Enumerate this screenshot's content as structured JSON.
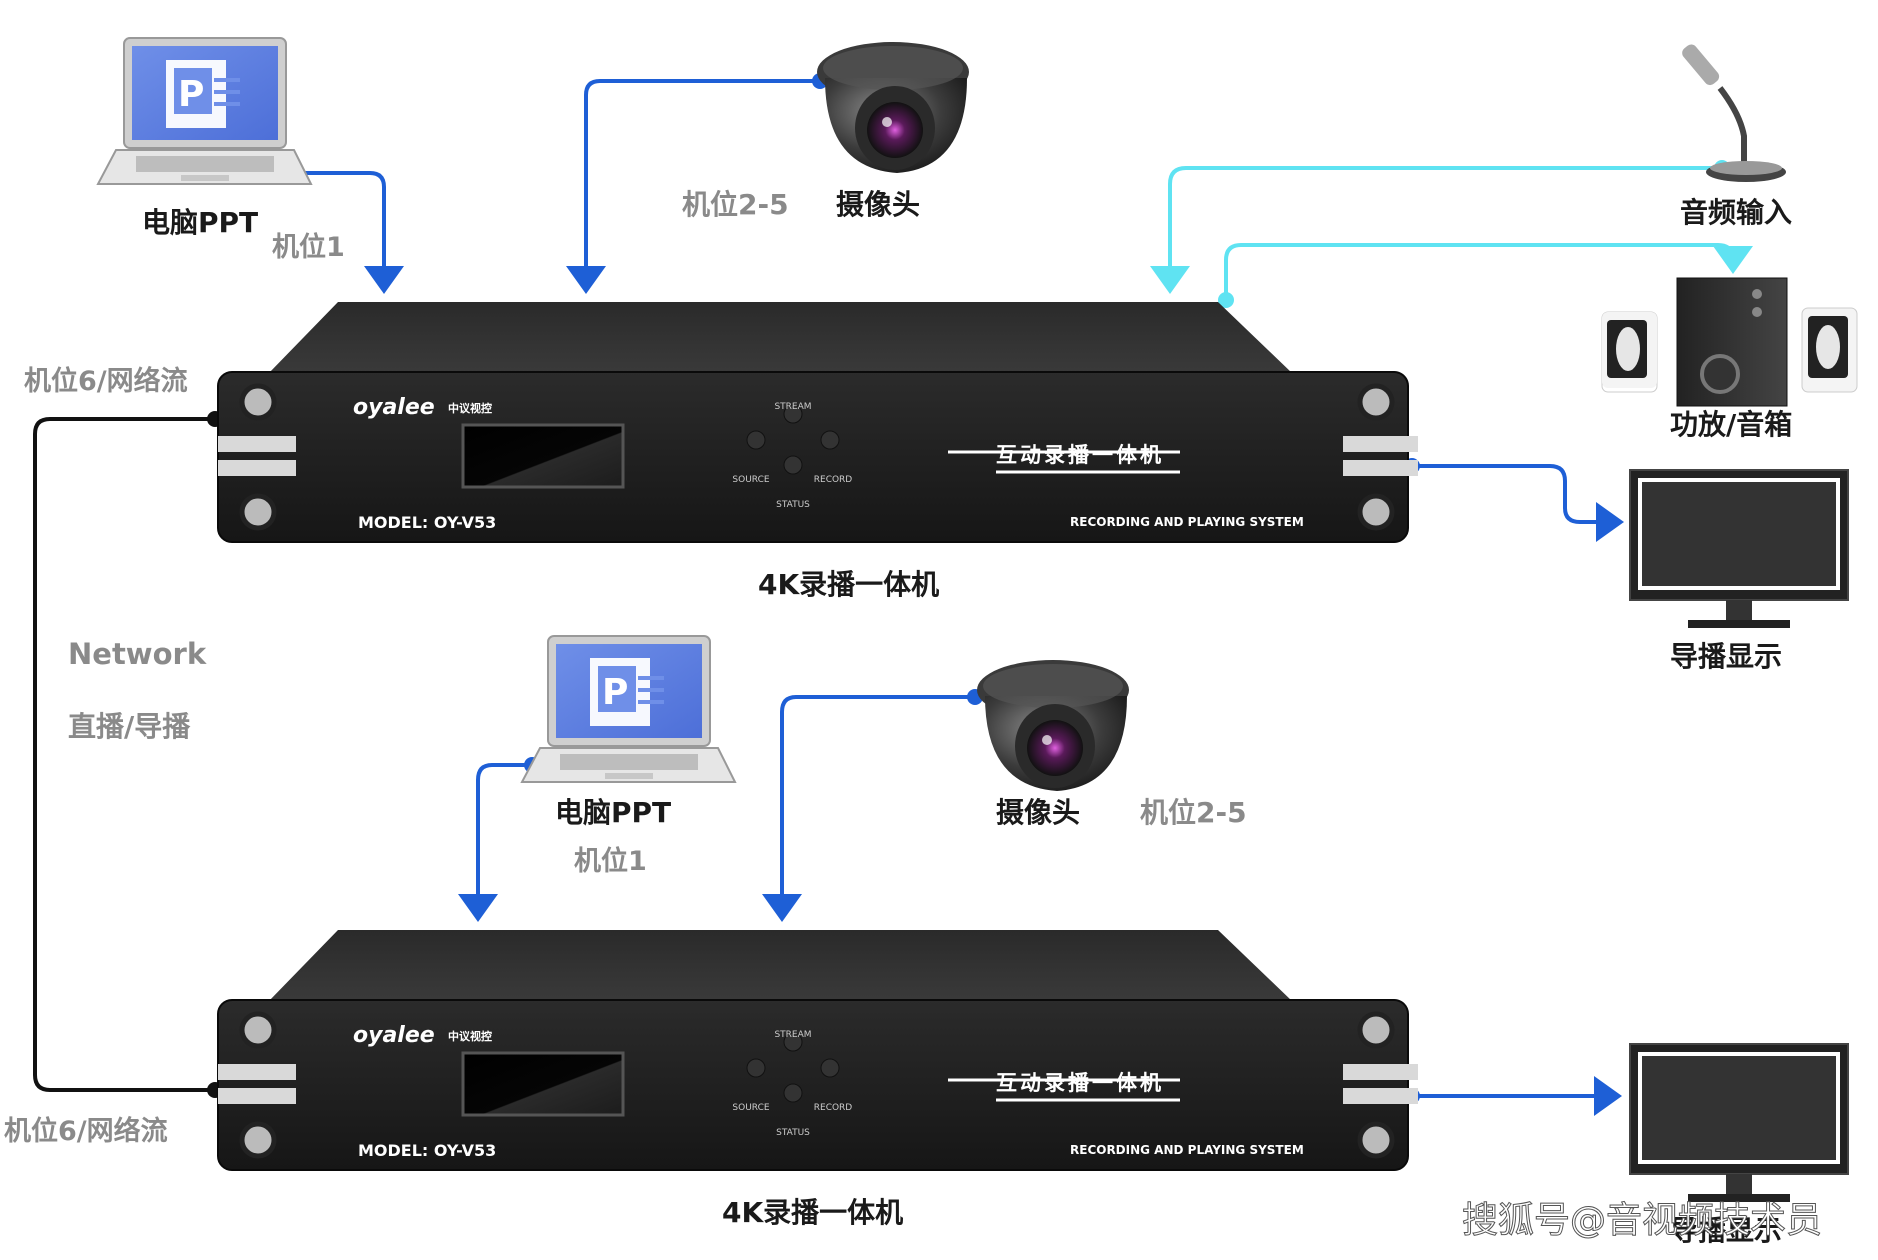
{
  "colors": {
    "video_wire": "#1e5fd6",
    "audio_wire": "#5fe3f2",
    "network_wire": "#111111",
    "device_body": "#1b1b1b",
    "label_dark": "#1a1a1a",
    "label_grey": "#8a8a8a"
  },
  "top": {
    "laptop_label": "电脑PPT",
    "laptop_pos": "机位1",
    "camera_label": "摄像头",
    "camera_pos": "机位2-5",
    "mic_label": "音频输入",
    "speaker_label": "功放/音箱",
    "monitor_label": "导播显示",
    "network_label": "机位6/网络流",
    "device_caption": "4K录播一体机"
  },
  "middle": {
    "network_title": "Network",
    "network_sub": "直播/导播"
  },
  "bottom": {
    "laptop_label": "电脑PPT",
    "laptop_pos": "机位1",
    "camera_label": "摄像头",
    "camera_pos": "机位2-5",
    "network_label": "机位6/网络流",
    "monitor_label": "导播显示",
    "device_caption": "4K录播一体机"
  },
  "device": {
    "brand": "oyalee",
    "brand_cn": "中议视控",
    "model": "MODEL: OY-V53",
    "title_cn": "互动录播一体机",
    "subtitle_en": "RECORDING AND PLAYING SYSTEM",
    "btn_stream": "STREAM",
    "btn_source": "SOURCE",
    "btn_record": "RECORD",
    "btn_status": "STATUS"
  },
  "watermark": "搜狐号@音视频技术员",
  "icons": {
    "laptop": "laptop-ppt-icon",
    "camera": "dome-camera-icon",
    "mic": "microphone-icon",
    "speaker": "speaker-set-icon",
    "monitor": "monitor-icon"
  }
}
